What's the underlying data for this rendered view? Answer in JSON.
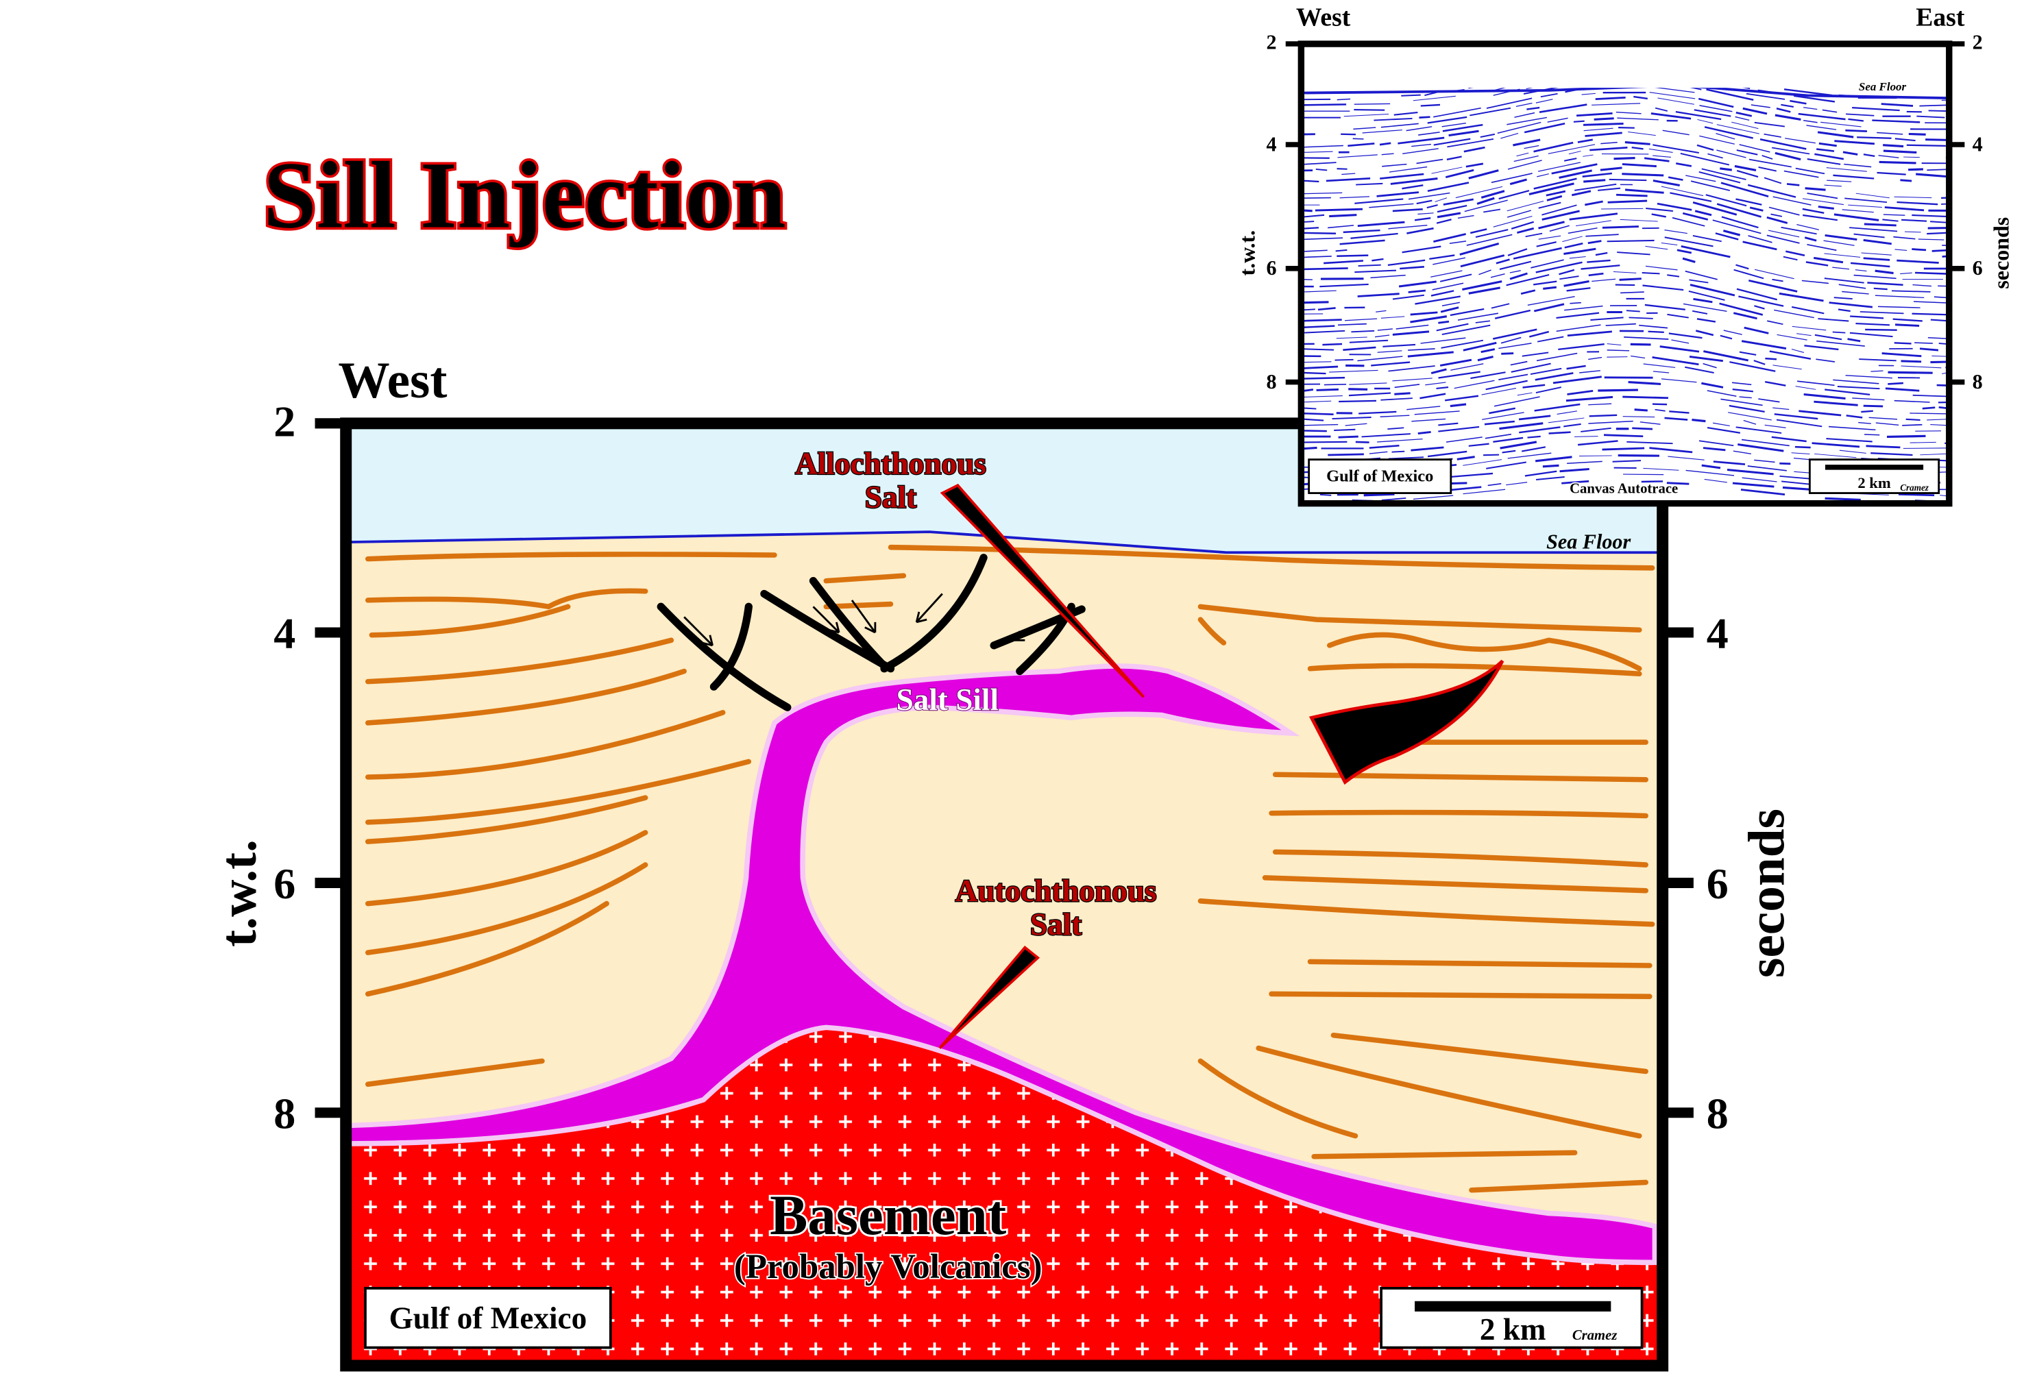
{
  "title": "Sill Injection",
  "main_section": {
    "west_label": "West",
    "y_axis_left_label": "t.w.t.",
    "y_axis_right_label": "seconds",
    "y_ticks": [
      "2",
      "4",
      "6",
      "8"
    ],
    "sea_floor_label": "Sea Floor",
    "allochthonous_label_line1": "Allochthonous",
    "allochthonous_label_line2": "Salt",
    "salt_sill_label": "Salt Sill",
    "autochthonous_label_line1": "Autochthonous",
    "autochthonous_label_line2": "Salt",
    "basement_label": "Basement",
    "basement_sublabel": "(Probably Volcanics)",
    "location_label": "Gulf of Mexico",
    "scale_label": "2 km",
    "author_label": "Cramez",
    "colors": {
      "water": "#dff5fb",
      "sediment": "#fdedc8",
      "reflector": "#d9730f",
      "salt": "#e000e0",
      "salt_halo": "#f5c8f5",
      "basement": "#ff0000",
      "fault": "#000000"
    }
  },
  "inset_seismic": {
    "west_label": "West",
    "east_label": "East",
    "y_axis_left_label": "t.w.t.",
    "y_axis_right_label": "seconds",
    "y_ticks": [
      "2",
      "4",
      "6",
      "8"
    ],
    "sea_floor_label": "Sea Floor",
    "location_label": "Gulf of Mexico",
    "center_label": "Canvas Autotrace",
    "scale_label": "2 km",
    "author_label": "Cramez",
    "trace_color": "#1a1acc"
  }
}
